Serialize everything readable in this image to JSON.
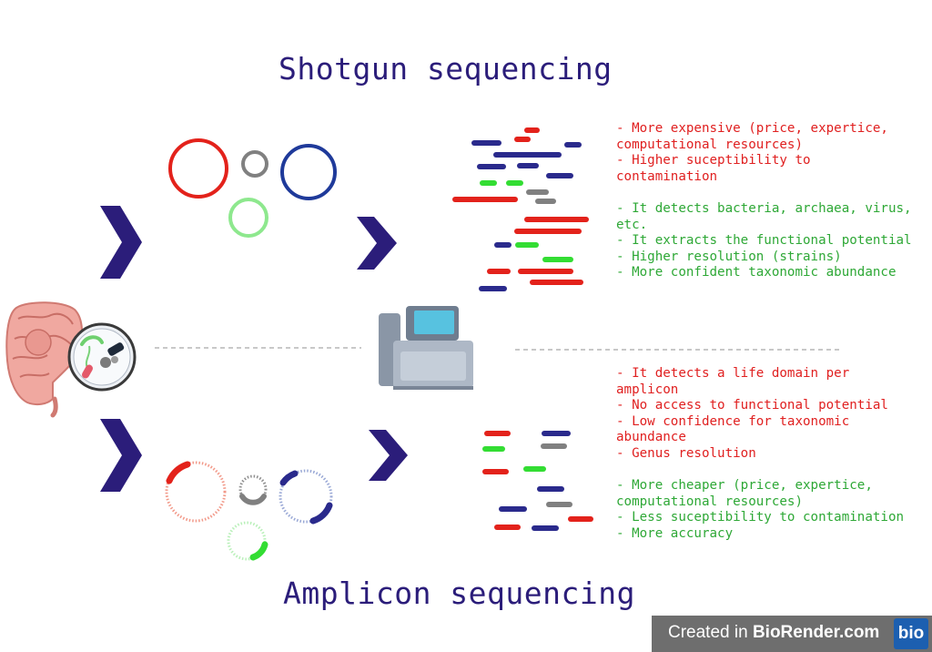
{
  "titles": {
    "top": "Shotgun sequencing",
    "bottom": "Amplicon sequencing"
  },
  "shotgun_notes": [
    {
      "text": "- More expensive (price, expertice, computational resources)",
      "tone": "red"
    },
    {
      "text": "- Higher suceptibility to contamination",
      "tone": "red"
    },
    {
      "text": "",
      "tone": "gap"
    },
    {
      "text": "- It detects bacteria, archaea, virus, etc.",
      "tone": "green"
    },
    {
      "text": "- It extracts the functional potential",
      "tone": "green"
    },
    {
      "text": "- Higher resolution (strains)",
      "tone": "green"
    },
    {
      "text": "- More confident taxonomic abundance",
      "tone": "green"
    }
  ],
  "amplicon_notes": [
    {
      "text": "- It detects a life domain per amplicon",
      "tone": "red"
    },
    {
      "text": "- No access to functional potential",
      "tone": "red"
    },
    {
      "text": "- Low confidence for taxonomic abundance",
      "tone": "red"
    },
    {
      "text": "- Genus resolution",
      "tone": "red"
    },
    {
      "text": "",
      "tone": "gap"
    },
    {
      "text": "- More cheaper (price, expertice, computational resources)",
      "tone": "green"
    },
    {
      "text": "- Less suceptibility to contamination",
      "tone": "green"
    },
    {
      "text": "- More accuracy",
      "tone": "green"
    }
  ],
  "badge": {
    "created_in": "Created in ",
    "brand": "BioRender.com",
    "logo": "bio"
  },
  "colors": {
    "title": "#2b1d7a",
    "red": "#e02020",
    "navy": "#2a2a8c",
    "green": "#33dd33",
    "gray": "#808080",
    "chevron": "#2b1d7a"
  },
  "icons": [
    "chevron-right-icon",
    "gut-icon",
    "petri-dish-icon",
    "sequencer-icon",
    "plasmid-icon"
  ]
}
